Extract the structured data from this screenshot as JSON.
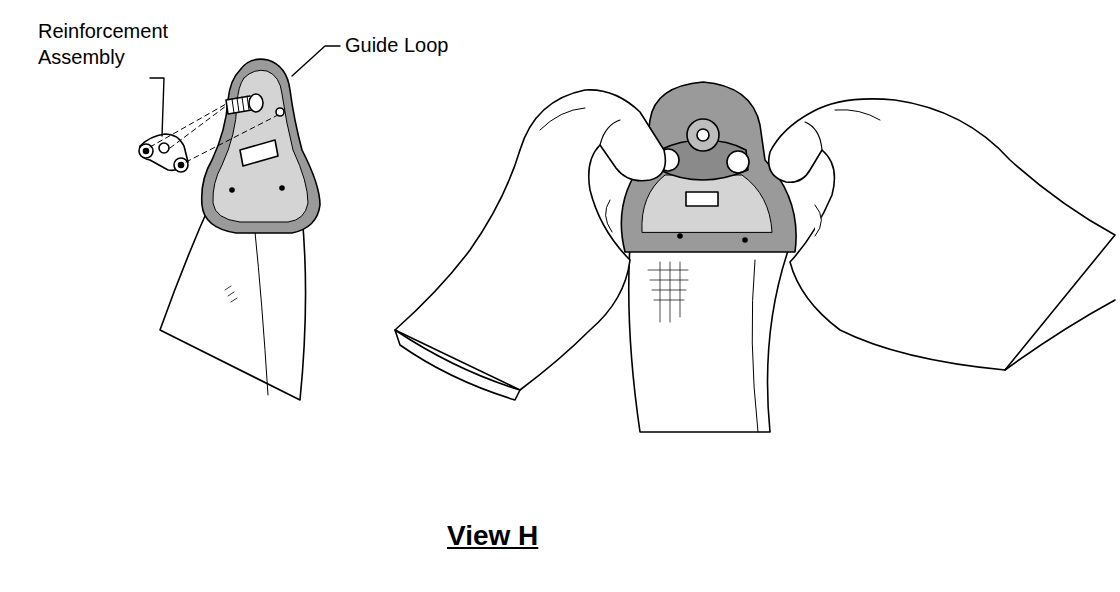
{
  "diagram": {
    "caption": "View H",
    "labels": [
      "Reinforcement Assembly",
      "Guide Loop"
    ]
  }
}
